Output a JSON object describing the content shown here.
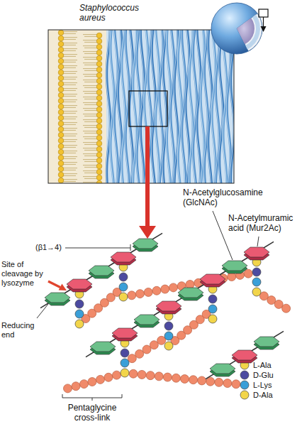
{
  "diagram": {
    "labels": [
      "Staphylococcus aureus",
      "N-Acetylglucosamine (GlcNAc)",
      "N-Acetylmuramic acid (Mur2Ac)",
      "(β1→4)",
      "Site of cleavage by lysozyme",
      "Reducing end",
      "L-Ala",
      "D-Glu",
      "L-Lys",
      "D-Ala",
      "Pentaglycine cross-link"
    ]
  }
}
